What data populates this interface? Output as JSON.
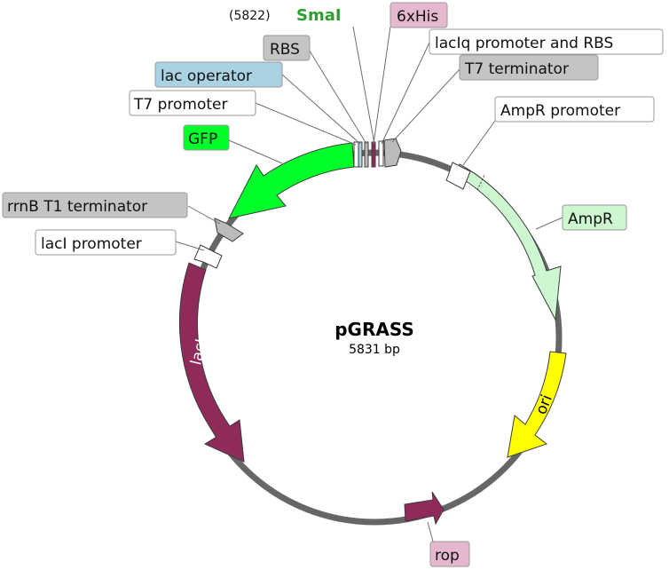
{
  "plasmid": {
    "name": "pGRASS",
    "size_label": "5831 bp"
  },
  "site": {
    "position": "(5822)",
    "name": "SmaI",
    "color": "#2e9e2e"
  },
  "colors": {
    "backbone": "#666666",
    "gfp": "#00ff2a",
    "ampr": "#cdf7d0",
    "ori": "#ffff00",
    "laci": "#8e2b5b",
    "rop": "#8e2b5b",
    "his": "#d9a3bf",
    "lac_operator": "#a9d3e3",
    "terminator": "#bbbbbb",
    "promoter": "#ffffff"
  },
  "labels": {
    "six_his": "6xHis",
    "rbs": "RBS",
    "laciq": "lacIq promoter and RBS",
    "lac_operator": "lac operator",
    "t7_terminator": "T7 terminator",
    "t7_promoter": "T7 promoter",
    "ampr_promoter": "AmpR promoter",
    "gfp": "GFP",
    "rrnb": "rrnB T1 terminator",
    "ampr": "AmpR",
    "laci_promoter": "lacI promoter",
    "laci": "lacI",
    "ori": "ori",
    "rop": "rop"
  }
}
